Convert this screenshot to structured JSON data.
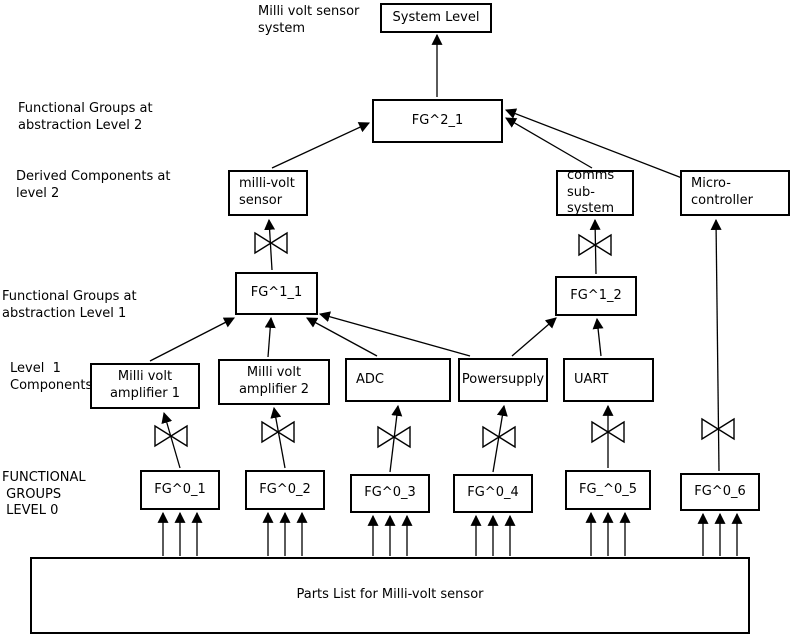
{
  "diagram": {
    "title": "Milli volt sensor\nsystem",
    "side_labels": {
      "functional_groups_level2": "Functional Groups at\nabstraction Level 2",
      "derived_components_level2": "Derived Components at\nlevel 2",
      "functional_groups_level1": "Functional Groups at\nabstraction Level 1",
      "level1_components": "Level  1\nComponents",
      "functional_groups_level0": "FUNCTIONAL\n GROUPS\n LEVEL 0"
    },
    "nodes": {
      "system_level": "System Level",
      "fg2_1": "FG^2_1",
      "millivolt_sensor": "milli-volt\nsensor",
      "comms_subsystem": "comms\nsub-system",
      "microcontroller": "Micro-\ncontroller",
      "fg1_1": "FG^1_1",
      "fg1_2": "FG^1_2",
      "amplifier1": "Milli volt\namplifier 1",
      "amplifier2": "Milli volt\namplifier 2",
      "adc": "ADC",
      "powersupply": "Powersupply",
      "uart": "UART",
      "fg0_1": "FG^0_1",
      "fg0_2": "FG^0_2",
      "fg0_3": "FG^0_3",
      "fg0_4": "FG^0_4",
      "fg0_5": "FG_^0_5",
      "fg0_6": "FG^0_6",
      "parts_list": "Parts List for Milli-volt sensor"
    },
    "colors": {
      "line": "#000000",
      "box_border": "#000000",
      "box_background": "#ffffff",
      "page_background": "#ffffff",
      "text": "#000000"
    }
  }
}
